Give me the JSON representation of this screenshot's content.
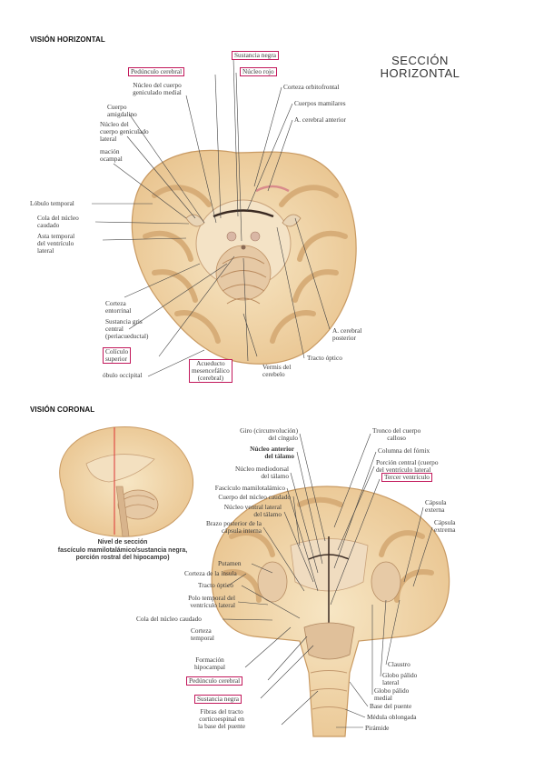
{
  "horizontal": {
    "heading": "VISIÓN HORIZONTAL",
    "section_title": "SECCIÓN\nHORIZONTAL",
    "labels": {
      "sustancia_negra": "Sustancia negra",
      "pedunculo_cerebral": "Pedúnculo cerebral",
      "nucleo_rojo": "Núcleo rojo",
      "geniculado_medial": "Núcleo del cuerpo\ngeniculado medial",
      "corteza_orbitofrontal": "Corteza orbitofrontal",
      "cuerpo_amigdalino": "Cuerpo\namigdalino",
      "cuerpos_mamilares": "Cuerpos mamilares",
      "geniculado_lateral": "Núcleo del\ncuerpo geniculado\nlateral",
      "cerebral_anterior": "A. cerebral anterior",
      "formacion_hipocampal": "mación\nocampal",
      "lobulo_temporal": "Lóbulo temporal",
      "cola_caudado": "Cola del núcleo\ncaudado",
      "asta_temporal": "Asta temporal\ndel ventrículo\nlateral",
      "corteza_entorrinal": "Corteza\nentorrinal",
      "sustancia_gris": "Sustancia gris\ncentral\n(periacueductal)",
      "coliculo_superior": "Colículo\nsuperior",
      "lobulo_occipital": "óbulo occipital",
      "acueducto": "Acueducto\nmesencefálico\n(cerebral)",
      "vermis": "Vermis del\ncerebelo",
      "tracto_optico": "Tracto óptico",
      "cerebral_posterior": "A. cerebral\nposterior"
    }
  },
  "coronal": {
    "heading": "VISIÓN CORONAL",
    "level_caption": "Nivel de sección\nfascículo mamilotalámico/sustancia negra,\nporción rostral del hipocampo)",
    "labels": {
      "giro_cingulo": "Giro (circunvolución)\ndel cíngulo",
      "nucleo_anterior": "Núcleo anterior\ndel tálamo",
      "nucleo_mediodorsal": "Núcleo mediodorsal\ndel tálamo",
      "fasciculo_mamilotalamico": "Fascículo mamilotalámico",
      "cuerpo_caudado": "Cuerpo del núcleo caudado",
      "nucleo_ventral_lateral": "Núcleo ventral lateral\ndel tálamo",
      "brazo_posterior": "Brazo posterior de la\ncápsula interna",
      "putamen": "Putamen",
      "corteza_insula": "Corteza de la ínsula",
      "tracto_optico": "Tracto óptico",
      "polo_temporal": "Polo temporal del\nventrículo lateral",
      "cola_caudado": "Cola del núcleo caudado",
      "corteza_temporal": "Corteza\ntemporal",
      "formacion_hipocampal": "Formación\nhipocampal",
      "pedunculo_cerebral": "Pedúnculo cerebral",
      "sustancia_negra": "Sustancia negra",
      "fibras_corticoespinal": "Fibras del tracto\ncorticoespinal en\nla base del puente",
      "tronco_calloso": "Tronco del cuerpo\ncalloso",
      "columna_fornix": "Columna del fórnix",
      "porcion_central": "Porción central (cuerpo\ndel ventrículo lateral",
      "tercer_ventriculo": "Tercer ventrículo",
      "capsula_externa": "Cápsula\nexterna",
      "capsula_extrema": "Cápsula\nextrema",
      "claustro": "Claustro",
      "globo_palido_lateral": "Globo pálido\nlateral",
      "globo_palido_medial": "Globo pálido\nmedial",
      "base_puente": "Base del puente",
      "medula_oblongada": "Médula oblongada",
      "piramide": "Pirámide"
    }
  }
}
